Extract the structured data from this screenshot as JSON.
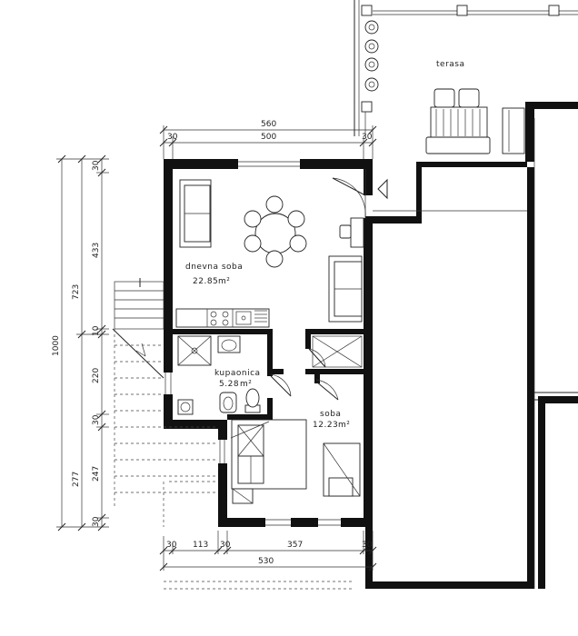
{
  "rooms": {
    "living": {
      "name": "dnevna soba",
      "area": "22.85",
      "unit": "m²"
    },
    "bathroom": {
      "name": "kupaonica",
      "area": "5.28",
      "unit": "m²"
    },
    "bedroom": {
      "name": "soba",
      "area": "12.23",
      "unit": "m²"
    },
    "terrace": {
      "name": "terasa"
    }
  },
  "dimensions": {
    "top_total": "560",
    "top_wall_left": "30",
    "top_interior": "500",
    "top_wall_right": "30",
    "bottom_wall_1": "30",
    "bottom_seg_1": "113",
    "bottom_wall_2": "30",
    "bottom_seg_2": "357",
    "bottom_wall_3": "30",
    "bottom_total": "530",
    "left_total": "1000",
    "left_upper": "723",
    "left_lower": "277",
    "left_seg_1": "30",
    "left_seg_2": "433",
    "left_seg_3": "10",
    "left_seg_4": "220",
    "left_seg_5": "30",
    "left_seg_6": "247",
    "left_seg_7": "30"
  }
}
